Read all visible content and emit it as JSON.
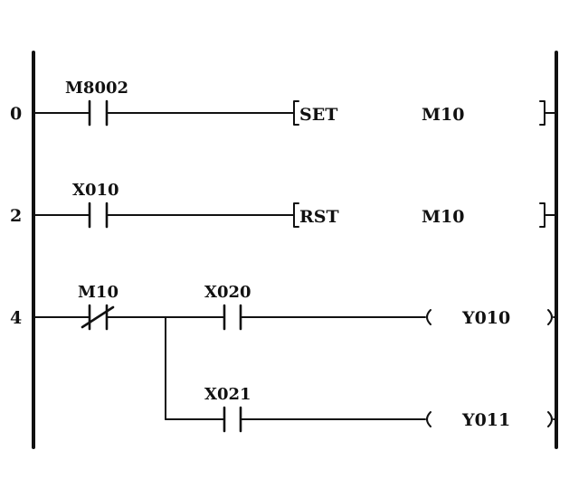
{
  "diagram": {
    "type": "ladder-diagram",
    "rungs": [
      {
        "step": "0",
        "contacts": [
          {
            "device": "M8002",
            "kind": "normally-open"
          }
        ],
        "instruction": {
          "opcode": "SET",
          "operand": "M10"
        }
      },
      {
        "step": "2",
        "contacts": [
          {
            "device": "X010",
            "kind": "normally-open"
          }
        ],
        "instruction": {
          "opcode": "RST",
          "operand": "M10"
        }
      },
      {
        "step": "4",
        "contacts": [
          {
            "device": "M10",
            "kind": "normally-closed"
          },
          {
            "device": "X020",
            "kind": "normally-open"
          }
        ],
        "coil": "Y010"
      },
      {
        "step": "",
        "branch_of": "4",
        "contacts": [
          {
            "device": "X021",
            "kind": "normally-open"
          }
        ],
        "coil": "Y011"
      }
    ]
  }
}
